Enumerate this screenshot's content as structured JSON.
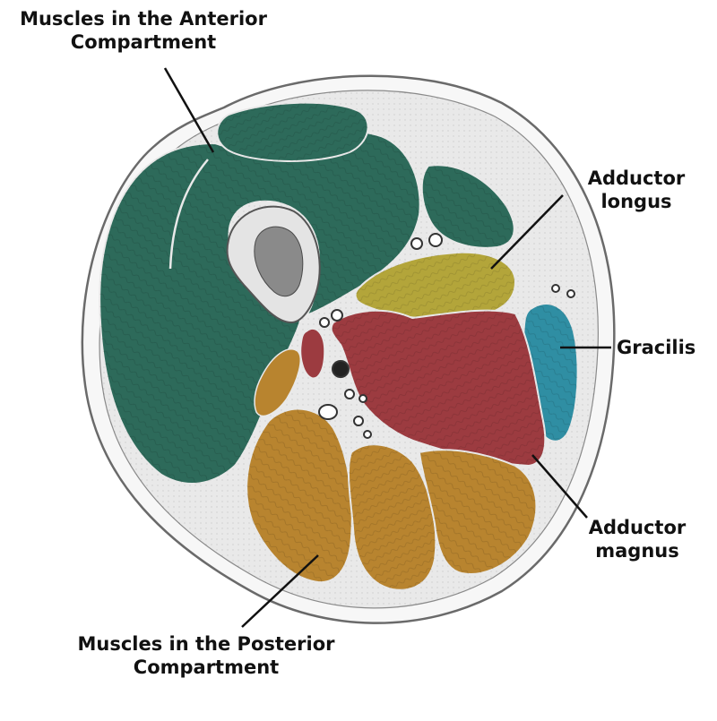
{
  "labels": {
    "anterior": {
      "line1": "Muscles in the Anterior",
      "line2": "Compartment"
    },
    "adductor_longus": {
      "line1": "Adductor",
      "line2": "longus"
    },
    "gracilis": {
      "line1": "Gracilis"
    },
    "adductor_magnus": {
      "line1": "Adductor",
      "line2": "magnus"
    },
    "posterior": {
      "line1": "Muscles in the Posterior",
      "line2": "Compartment"
    }
  },
  "colors": {
    "anterior": "#2d6a5a",
    "anterior_small": "#35745f",
    "adductor_longus": "#b3a53a",
    "adductor_magnus": "#9c3b40",
    "gracilis": "#2f8ea3",
    "posterior": "#b8842f",
    "fat": "#e9e9e9",
    "skin": "#f7f7f7",
    "bone": "#e4e4e4",
    "marrow": "#8a8a8a",
    "outline": "#6a6a6a"
  }
}
